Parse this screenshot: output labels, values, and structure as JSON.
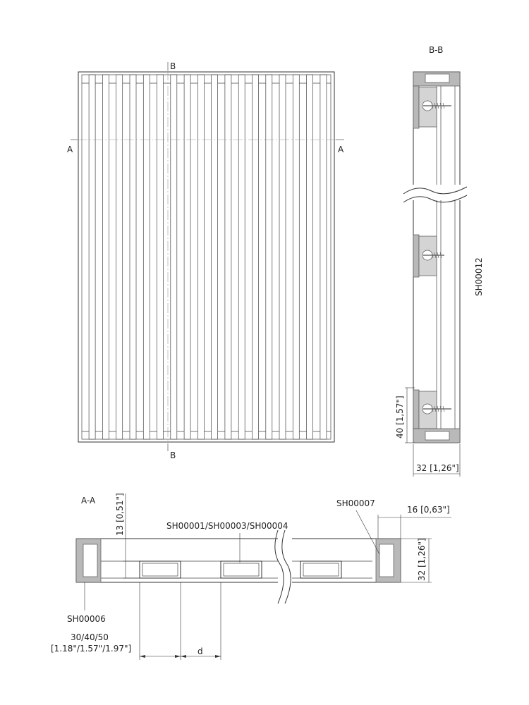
{
  "front_view": {
    "section_marker_top": "B",
    "section_marker_bottom": "B",
    "section_marker_left": "A",
    "section_marker_right": "A",
    "slat_count": 18
  },
  "section_bb": {
    "title": "B-B",
    "part_label": "SH00012",
    "dim_height": "40 [1,57\"]",
    "dim_width": "32 [1,26\"]"
  },
  "section_aa": {
    "title": "A-A",
    "dim_slot_height": "13 [0,51\"]",
    "part_label_slots": "SH00001/SH00003/SH00004",
    "part_label_right_end": "SH00007",
    "dim_end_width": "16 [0,63\"]",
    "dim_height": "32 [1,26\"]",
    "part_label_left_end": "SH00006",
    "dim_pitch_mm": "30/40/50",
    "dim_pitch_in": "[1.18\"/1.57\"/1.97\"]",
    "dim_gap": "d"
  }
}
